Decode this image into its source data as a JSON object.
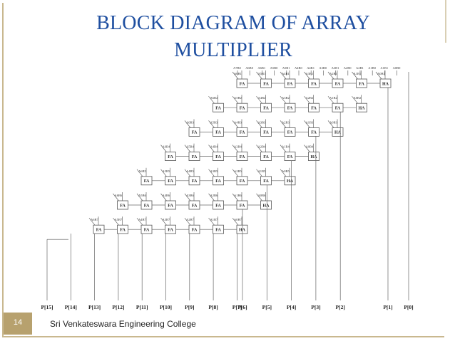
{
  "slide": {
    "title_line1": "BLOCK DIAGRAM OF ARRAY",
    "title_line2": "MULTIPLIER",
    "page_number": "14",
    "footer": "Sri Venkateswara Engineering College",
    "accent_color": "#b7a16e",
    "title_color": "#1f4fa0"
  },
  "diagram": {
    "rows": 7,
    "cells_per_row": 7,
    "cell_labels": {
      "full_adder": "FA",
      "half_adder": "HA"
    },
    "row_last_cell": "HA",
    "top_inputs": [
      "A7B0",
      "A6B0",
      "A6B1",
      "A5B0",
      "A5B1",
      "A4B0",
      "A4B1",
      "A3B0",
      "A3B1",
      "A2B0",
      "A2B1",
      "A1B0",
      "A1B1",
      "A0B0"
    ],
    "outputs": [
      "P[15]",
      "P[14]",
      "P[13]",
      "P[12]",
      "P[11]",
      "P[10]",
      "P[9]",
      "P[8]",
      "P[7]",
      "P[6]",
      "P[5]",
      "P[4]",
      "P[3]",
      "P[2]",
      "P[1]",
      "P[0]"
    ]
  }
}
